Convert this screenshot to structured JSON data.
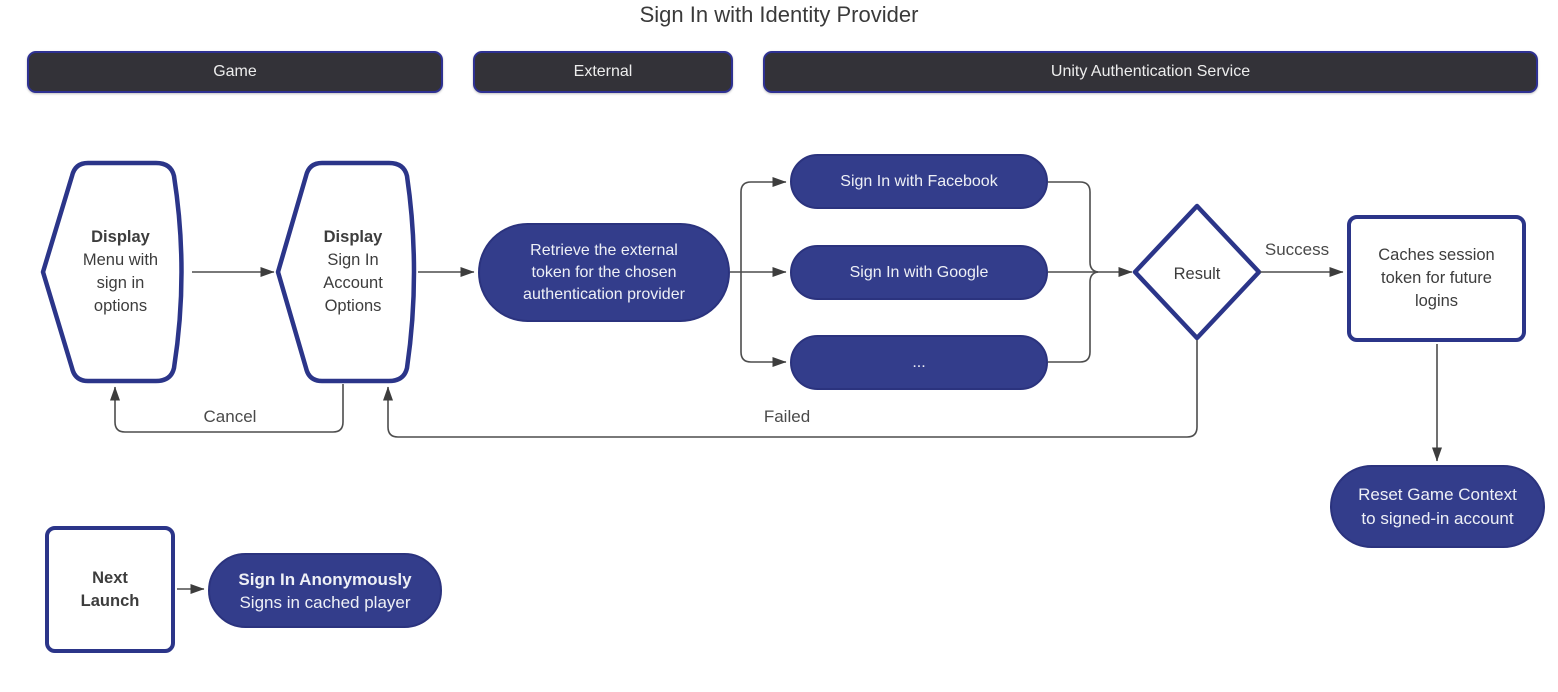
{
  "title": "Sign In with Identity Provider",
  "lanes": {
    "game": "Game",
    "external": "External",
    "uas": "Unity Authentication Service"
  },
  "nodes": {
    "display_menu": {
      "heading": "Display",
      "line1": "Menu with",
      "line2": "sign in",
      "line3": "options"
    },
    "display_account": {
      "heading": "Display",
      "line1": "Sign In",
      "line2": "Account",
      "line3": "Options"
    },
    "retrieve_token": {
      "line1": "Retrieve the external",
      "line2": "token for the chosen",
      "line3": "authentication provider"
    },
    "facebook": {
      "label": "Sign In with Facebook"
    },
    "google": {
      "label": "Sign In with Google"
    },
    "more": {
      "label": "..."
    },
    "result": {
      "label": "Result"
    },
    "cache_session": {
      "line1": "Caches session",
      "line2": "token for future",
      "line3": "logins"
    },
    "reset_context": {
      "line1": "Reset Game Context",
      "line2": "to signed-in account"
    },
    "next_launch": {
      "line1": "Next",
      "line2": "Launch"
    },
    "sign_in_anon": {
      "heading": "Sign In Anonymously",
      "sub": "Signs in cached player"
    }
  },
  "edge_labels": {
    "cancel": "Cancel",
    "failed": "Failed",
    "success": "Success"
  },
  "colors": {
    "node_fill_navy": "#333d8b",
    "node_border_navy": "#2b3589",
    "lane_fill": "#333238",
    "lane_border": "#2e3192",
    "connector": "#4d4d4d",
    "text_dark": "#3d3d3d",
    "text_light": "#eef0f6",
    "background": "#ffffff"
  }
}
